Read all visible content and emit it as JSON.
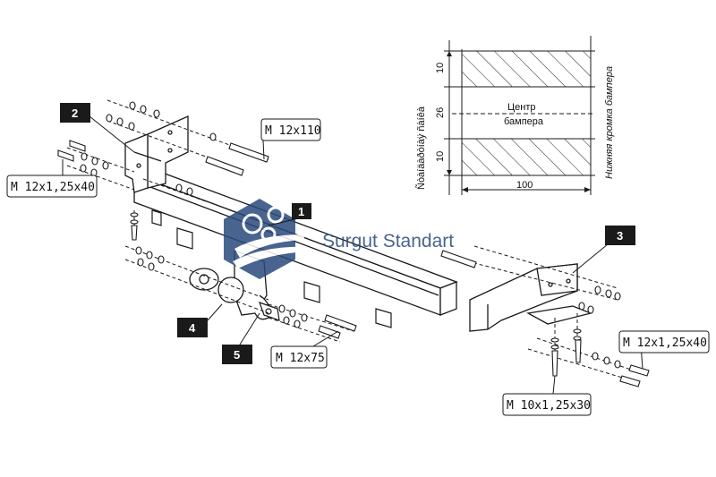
{
  "callouts": {
    "part1": "1",
    "part2": "2",
    "part3": "3",
    "part4": "4",
    "part5": "5"
  },
  "bolt_labels": {
    "m12x110": "M 12x110",
    "m12x125x40_left": "M 12x1,25x40",
    "m12x75": "M 12x75",
    "m12x125x40_right": "M 12x1,25x40",
    "m10x125x30": "M 10x1,25x30"
  },
  "inset": {
    "top_dim": "10",
    "mid_dim": "26",
    "bottom_dim": "10",
    "width_dim": "100",
    "center_label_line1": "Центр",
    "center_label_line2": "бампера",
    "left_vertical_label": "Ñòàíäàðòíàÿ ñàíêà",
    "right_vertical_label": "Нижняя кромка бампера"
  },
  "watermark": {
    "text": "Surgut Standart"
  },
  "colors": {
    "line": "#1a1a1a",
    "callout_box": "#1a1a1a",
    "watermark_blue": "#2a4a7c"
  }
}
